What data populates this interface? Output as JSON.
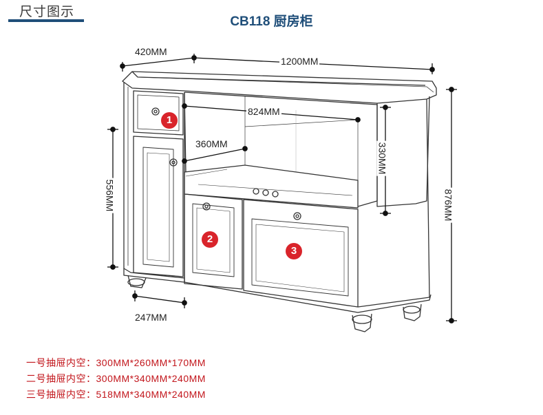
{
  "header": {
    "section_title": "尺寸图示",
    "product_title": "CB118 厨房柜",
    "accent_color": "#1f4e79"
  },
  "dimensions": {
    "depth": "420MM",
    "width": "1200MM",
    "inner_width": "824MM",
    "shelf_depth": "360MM",
    "shelf_height": "330MM",
    "door_height": "556MM",
    "total_height": "876MM",
    "leg_width": "247MM"
  },
  "badges": [
    "1",
    "2",
    "3"
  ],
  "badge_color": "#d9242b",
  "drawer_notes": [
    {
      "label": "一号抽屉内空：",
      "value": "300MM*260MM*170MM"
    },
    {
      "label": "二号抽屉内空：",
      "value": "300MM*340MM*240MM"
    },
    {
      "label": "三号抽屉内空：",
      "value": "518MM*340MM*240MM"
    }
  ],
  "note_color": "#c2151b"
}
